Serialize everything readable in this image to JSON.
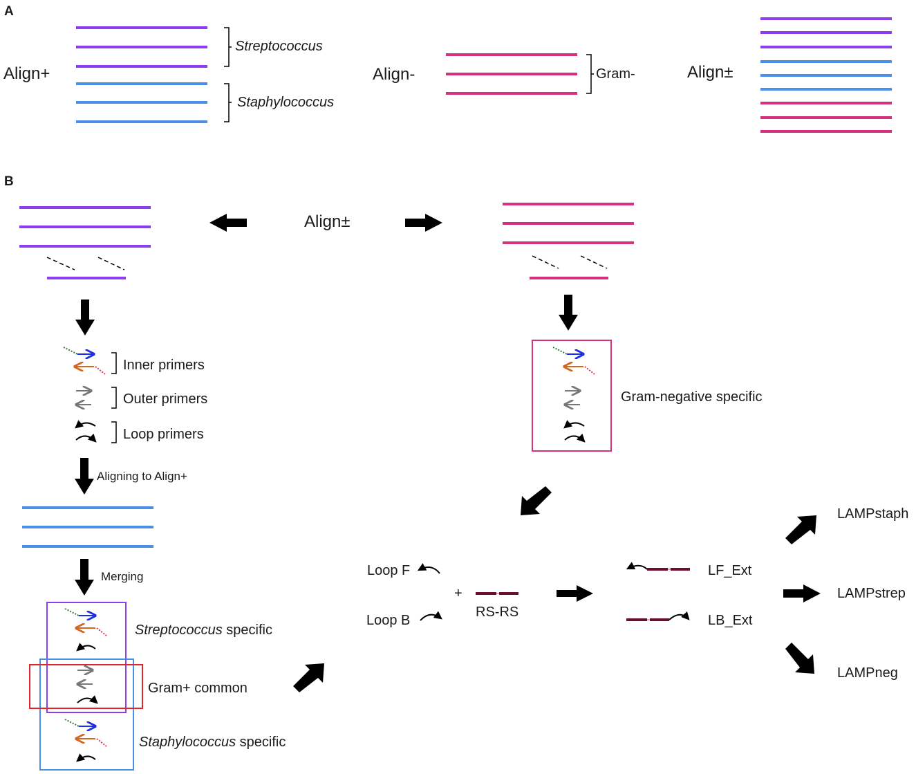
{
  "colors": {
    "purple": "#8a3ef0",
    "blue": "#4a90e8",
    "magenta": "#d6307f",
    "green_dash": "#2e7d32",
    "primer_blue": "#1a2fe0",
    "orange": "#d4661f",
    "red_dash": "#e0304a",
    "grey": "#777777",
    "red_box": "#e0242b",
    "rs_dark": "#6b0f2e"
  },
  "panel_a": {
    "label": "A",
    "align_plus": "Align+",
    "align_minus": "Align-",
    "align_pm": "Align±",
    "streptococcus": "Streptococcus",
    "staphylococcus": "Staphylococcus",
    "gram_neg": "Gram-"
  },
  "panel_b": {
    "label": "B",
    "align_pm": "Align±",
    "inner_primers": "Inner primers",
    "outer_primers": "Outer primers",
    "loop_primers": "Loop primers",
    "aligning": "Aligning to Align+",
    "merging": "Merging",
    "strep_name": "Streptococcus",
    "strep_suffix": " specific",
    "gram_plus_common": "Gram+ common",
    "staph_name": "Staphylococcus",
    "staph_suffix": " specific",
    "gram_neg_specific": "Gram-negative specific",
    "loop_f": "Loop F",
    "loop_b": "Loop B",
    "plus": "+",
    "rs_rs": "RS-RS",
    "lf_ext": "LF_Ext",
    "lb_ext": "LB_Ext",
    "lamp_staph": "LAMPstaph",
    "lamp_strep": "LAMPstrep",
    "lamp_neg": "LAMPneg"
  }
}
